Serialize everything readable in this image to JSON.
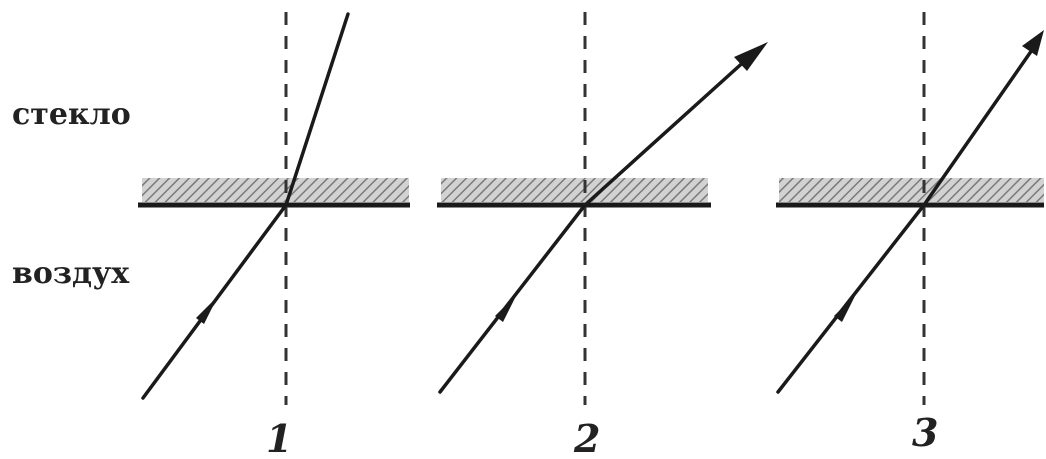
{
  "labels": {
    "glass": "стекло",
    "air": "воздух"
  },
  "cases": [
    {
      "number": "1"
    },
    {
      "number": "2"
    },
    {
      "number": "3"
    }
  ],
  "colors": {
    "ink": "#1a1a1a",
    "hatch": "#9a9a9a",
    "background": "#ffffff"
  }
}
